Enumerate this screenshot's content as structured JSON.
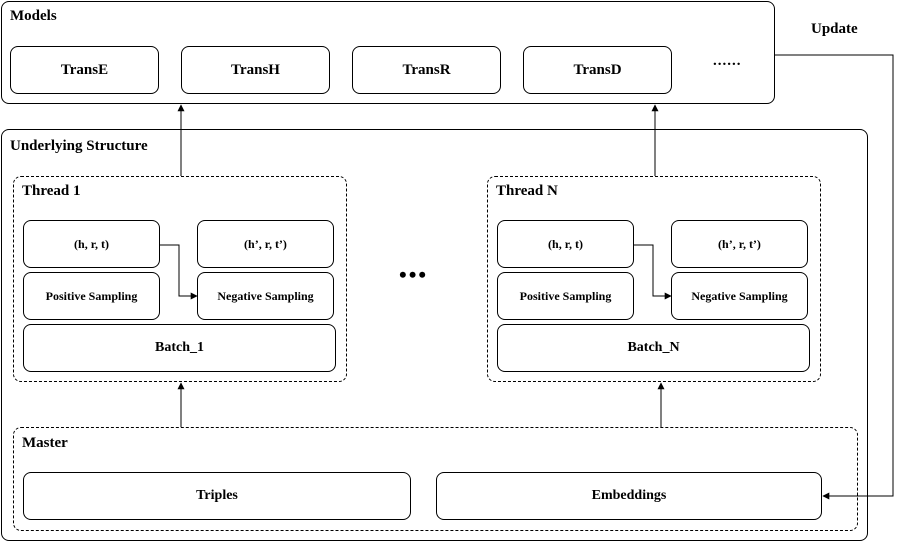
{
  "models": {
    "title": "Models",
    "items": [
      "TransE",
      "TransH",
      "TransR",
      "TransD"
    ],
    "more": "......"
  },
  "update_label": "Update",
  "underlying": {
    "title": "Underlying Structure",
    "ellipsis": "•••",
    "threads": [
      {
        "title": "Thread 1",
        "triple": "(h, r, t)",
        "neg_triple": "(h’, r, t’)",
        "positive": "Positive Sampling",
        "negative": "Negative Sampling",
        "batch": "Batch_1"
      },
      {
        "title": "Thread N",
        "triple": "(h, r, t)",
        "neg_triple": "(h’, r, t’)",
        "positive": "Positive Sampling",
        "negative": "Negative Sampling",
        "batch": "Batch_N"
      }
    ]
  },
  "master": {
    "title": "Master",
    "triples": "Triples",
    "embeddings": "Embeddings"
  }
}
